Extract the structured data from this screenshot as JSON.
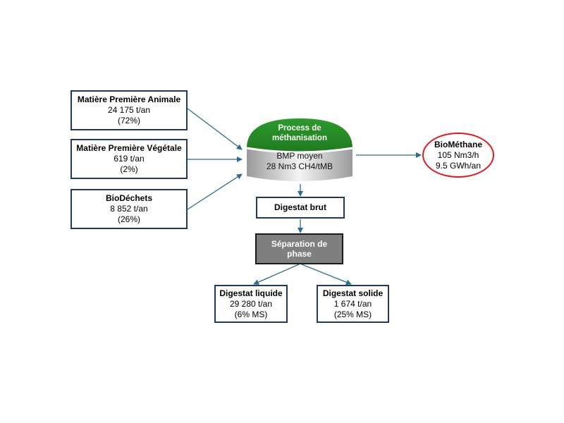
{
  "sources": [
    {
      "title": "Matière Première Animale",
      "value": "24 175 t/an",
      "share": "(72%)"
    },
    {
      "title": "Matière Première Végétale",
      "value": "619 t/an",
      "share": "(2%)"
    },
    {
      "title": "BioDéchets",
      "value": "8 852 t/an",
      "share": "(26%)"
    }
  ],
  "process": {
    "title_line1": "Process de",
    "title_line2": "méthanisation",
    "bmp_label": "BMP moyen",
    "bmp_value": "28 Nm3 CH4/tMB"
  },
  "output": {
    "title": "BioMéthane",
    "flow": "105 Nm3/h",
    "energy": "9.5 GWh/an"
  },
  "digestat_brut": "Digestat brut",
  "separation": {
    "line1": "Séparation de",
    "line2": "phase"
  },
  "digestats": [
    {
      "title": "Digestat liquide",
      "value": "29 280 t/an",
      "ms": "(6% MS)"
    },
    {
      "title": "Digestat solide",
      "value": "1 674 t/an",
      "ms": "(25% MS)"
    }
  ],
  "colors": {
    "box_border": "#1f3864",
    "arrow": "#2e6b8f",
    "dome_green": "#2e8b2e",
    "separation_fill": "#7f7f7f",
    "output_border": "#e8171c"
  }
}
